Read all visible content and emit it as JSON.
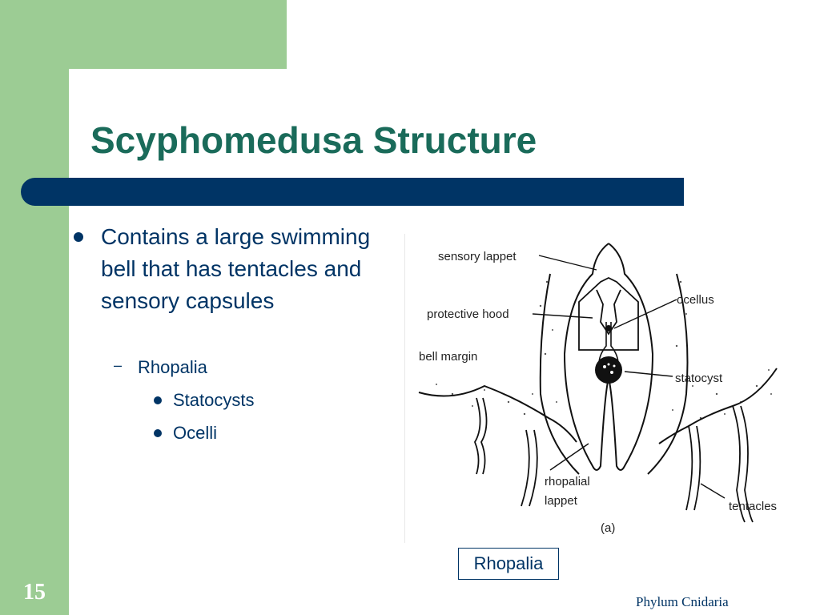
{
  "slide": {
    "title": "Scyphomedusa Structure",
    "number": "15",
    "footer": "Phylum Cnidaria"
  },
  "bullets": {
    "main": "Contains a large swimming bell that has tentacles and sensory capsules",
    "sub": "Rhopalia",
    "subsub": [
      "Statocysts",
      "Ocelli"
    ]
  },
  "figure": {
    "labels": {
      "sensory_lappet": "sensory lappet",
      "protective_hood": "protective hood",
      "bell_margin": "bell margin",
      "ocellus": "ocellus",
      "statocyst": "statocyst",
      "rhopalial_lappet_1": "rhopalial",
      "rhopalial_lappet_2": "lappet",
      "tentacles": "tentacles",
      "panel": "(a)"
    },
    "caption": "Rhopalia"
  },
  "colors": {
    "green": "#9ccc94",
    "navy": "#003465",
    "title": "#1a6b5a"
  }
}
